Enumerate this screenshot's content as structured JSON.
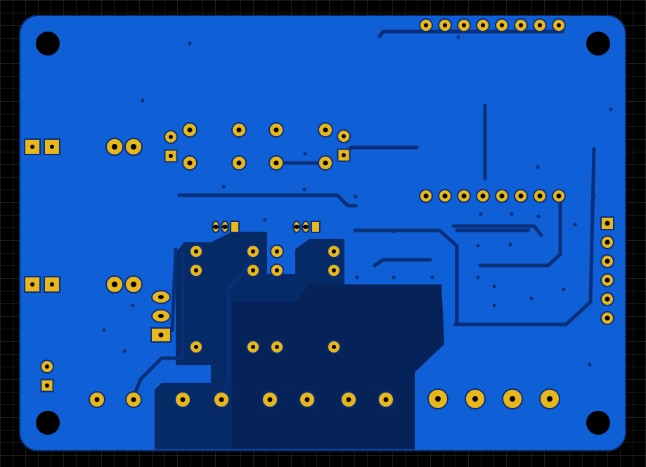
{
  "view": {
    "kind": "pcb-bottom-layer-render"
  },
  "colors": {
    "background": "#000000",
    "grid": "#3a3a3a",
    "board_copper": "#0f5fd6",
    "board_outline": "#0a2a66",
    "pour_dark": "#062a66",
    "trace": "#0a2f78",
    "pad_gold": "#e8b71c",
    "pad_ring_dark": "#9a7300",
    "hole": "#000000"
  },
  "mounting_holes": [
    "mounting-hole",
    "mounting-hole",
    "mounting-hole",
    "mounting-hole"
  ],
  "connectors": {
    "top_header": {
      "pin_count": 8
    },
    "mid_header": {
      "pin_count": 8
    },
    "right_header": {
      "pin_count": 6
    },
    "bottom_terminals": {
      "count": 8
    },
    "large_terminals": {
      "count": 4
    }
  }
}
